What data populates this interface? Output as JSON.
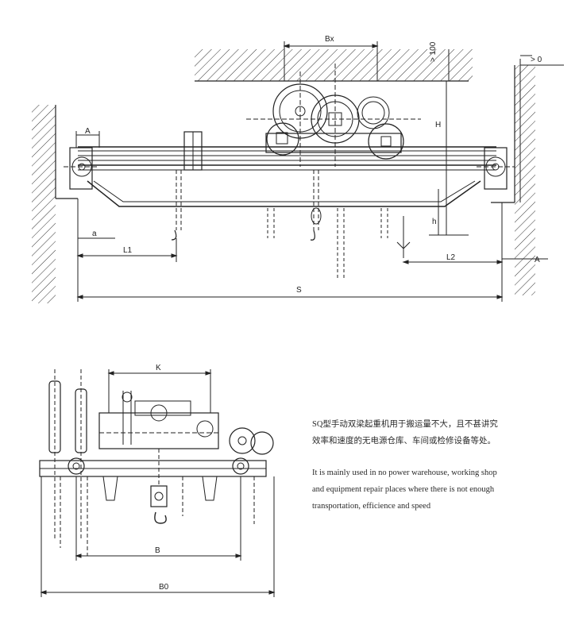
{
  "top_view": {
    "labels": {
      "bx": "Bx",
      "gt100": "> 100",
      "gt0": "> 0",
      "a_left": "A",
      "a_right": "A",
      "h_big": "H",
      "h_small": "h",
      "a_small": "a",
      "l1": "L1",
      "l2": "L2",
      "s": "S"
    }
  },
  "side_view": {
    "labels": {
      "k": "K",
      "b": "B",
      "b0": "B0"
    }
  },
  "description": {
    "zh_line1": "SQ型手动双梁起重机用于搬运量不大，且不甚讲究",
    "zh_line2": "效率和速度的无电源仓库、车间或检修设备等处。",
    "en_line1": "It is mainly used in no power warehouse, working shop",
    "en_line2": "and equipment repair places where there is not enough",
    "en_line3": "transportation, efficience and speed"
  }
}
